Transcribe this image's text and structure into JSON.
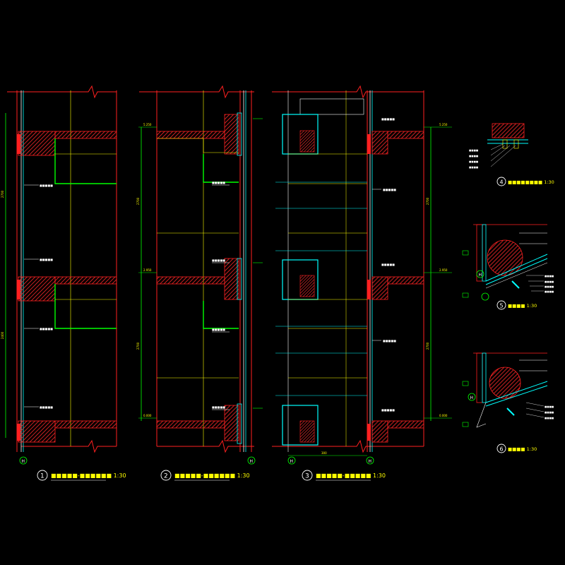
{
  "drawing": {
    "background": "#000000",
    "colors": {
      "red": "#ff2020",
      "green": "#00ff00",
      "cyan": "#00ffff",
      "yellow": "#ffff00",
      "white": "#ffffff",
      "hatch": "#ff2a2a"
    },
    "titles": [
      {
        "number": "1",
        "text": "■■■■■-■■■■■■ 1:30"
      },
      {
        "number": "2",
        "text": "■■■■■-■■■■■■ 1:30"
      },
      {
        "number": "3",
        "text": "■■■■■-■■■■■ 1:30"
      },
      {
        "number": "4",
        "text": "■■■■■■■■ 1:30"
      },
      {
        "number": "5",
        "text": "■■■■ 1:30"
      },
      {
        "number": "6",
        "text": "■■■■ 1:30"
      }
    ],
    "grid_marks": [
      "H",
      "H",
      "H",
      "H",
      "H",
      "H"
    ],
    "levels": [
      "5.250",
      "2.950",
      "0.000",
      "5.250",
      "2.950",
      "0.000"
    ],
    "dimensions": [
      "2700",
      "2400",
      "2700",
      "300"
    ]
  }
}
